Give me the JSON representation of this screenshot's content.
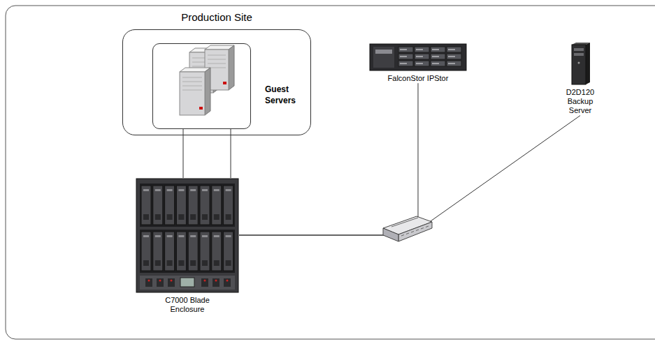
{
  "diagram": {
    "nodes": [
      {
        "text": [
          "Production Site"
        ]
      },
      {
        "text": [
          "Guest Servers"
        ],
        "in": 0
      },
      {
        "text": [
          "FalconStor IPStor"
        ]
      },
      {
        "text": [
          "D2D120 Backup Server"
        ]
      },
      {
        "text": [
          "C7000 Blade Enclosure"
        ]
      }
    ],
    "edges": [
      {
        "from": 1,
        "to": 4,
        "arrow": "none"
      },
      {
        "from": 1,
        "to": 4,
        "arrow": "none"
      },
      {
        "from": 4,
        "to": 2,
        "arrow": "none"
      },
      {
        "from": 4,
        "to": 3,
        "arrow": "none"
      }
    ]
  }
}
